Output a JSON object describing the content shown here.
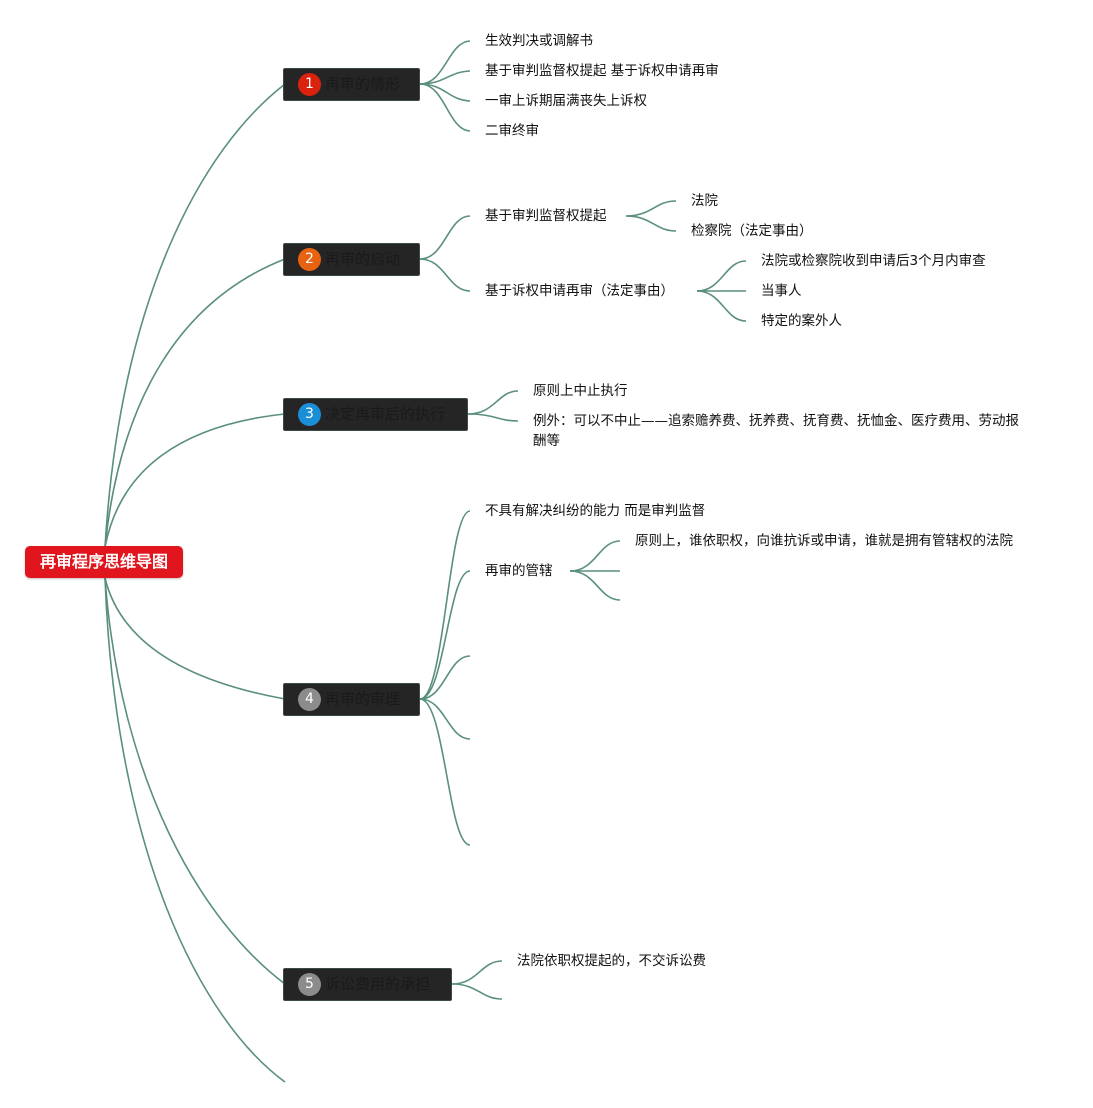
{
  "root": {
    "label": "再审程序思维导图"
  },
  "colors": {
    "line": "#5a8f7c",
    "root_bg": "#e0151d",
    "branch_bg": "#252525"
  },
  "branches": [
    {
      "number": "1",
      "label": "再审的情形",
      "badge_color": "#d9230f",
      "children": [
        "生效判决或调解书",
        "基于审判监督权提起 基于诉权申请再审",
        "一审上诉期届满丧失上诉权",
        "二审终审"
      ]
    },
    {
      "number": "2",
      "label": "再审的启动",
      "badge_color": "#e8620f",
      "children": [
        {
          "label": "基于审判监督权提起",
          "children": [
            "法院",
            "检察院（法定事由）"
          ]
        },
        {
          "label": "基于诉权申请再审（法定事由）",
          "children": [
            "法院或检察院收到申请后3个月内审查",
            "当事人",
            "特定的案外人"
          ]
        }
      ]
    },
    {
      "number": "3",
      "label": "决定再审后的执行",
      "badge_color": "#1a8fd8",
      "children": [
        "原则上中止执行",
        "例外：可以不中止——追索赡养费、抚养费、抚育费、抚恤金、医疗费用、劳动报酬等"
      ]
    },
    {
      "number": "4",
      "label": "再审的审理",
      "badge_color": "#8c8c8c",
      "children": [
        {
          "label": "不具有解决纠纷的能力 而是审判监督"
        },
        {
          "label": "再审的管辖",
          "children": [
            "原则上，谁依职权，向谁抗诉或申请，谁就是拥有管辖权的法院"
          ]
        }
      ]
    },
    {
      "number": "5",
      "label": "诉讼费用的承担",
      "badge_color": "#8c8c8c",
      "children": [
        "法院依职权提起的，不交诉讼费"
      ]
    }
  ]
}
